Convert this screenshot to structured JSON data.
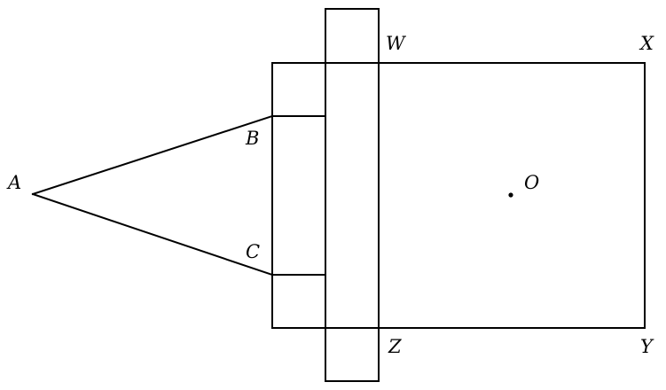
{
  "diagram": {
    "labels": {
      "A": "A",
      "B": "B",
      "C": "C",
      "W": "W",
      "X": "X",
      "Y": "Y",
      "Z": "Z",
      "O": "O"
    },
    "colors": {
      "stroke": "#000000",
      "background": "#ffffff"
    }
  }
}
